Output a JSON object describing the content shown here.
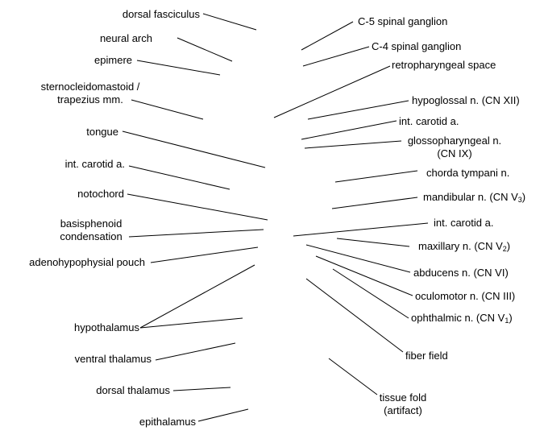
{
  "labels": {
    "dorsal_fasciculus": "dorsal fasciculus",
    "neural_arch": "neural arch",
    "epimere": "epimere",
    "sternocleidomastoid_line1": "sternocleidomastoid /",
    "sternocleidomastoid_line2": "trapezius mm.",
    "tongue": "tongue",
    "int_carotid_left": "int. carotid a.",
    "notochord": "notochord",
    "basisphenoid_line1": "basisphenoid",
    "basisphenoid_line2": "condensation",
    "adenohypophysial_pouch": "adenohypophysial pouch",
    "hypothalamus": "hypothalamus",
    "ventral_thalamus": "ventral thalamus",
    "dorsal_thalamus": "dorsal thalamus",
    "epithalamus": "epithalamus",
    "c5_spinal_ganglion": "C-5 spinal ganglion",
    "c4_spinal_ganglion": "C-4 spinal ganglion",
    "retropharyngeal_space": "retropharyngeal space",
    "hypoglossal_n": "hypoglossal n. (CN XII)",
    "int_carotid_right_1": "int. carotid a.",
    "glossopharyngeal_line1": "glossopharyngeal n.",
    "glossopharyngeal_line2": "(CN IX)",
    "chorda_tympani": "chorda tympani n.",
    "mandibular_text": "mandibular n. (CN V",
    "mandibular_sub": "3",
    "mandibular_close": ")",
    "int_carotid_right_2": "int. carotid a.",
    "maxillary_text": "maxillary n. (CN V",
    "maxillary_sub": "2",
    "maxillary_close": ")",
    "abducens_n": "abducens n. (CN VI)",
    "oculomotor_n": "oculomotor n. (CN III)",
    "ophthalmic_text": "ophthalmic n. (CN V",
    "ophthalmic_sub": "1",
    "ophthalmic_close": ")",
    "fiber_field": "fiber field",
    "tissue_fold_line1": "tissue fold",
    "tissue_fold_line2": "(artifact)"
  }
}
